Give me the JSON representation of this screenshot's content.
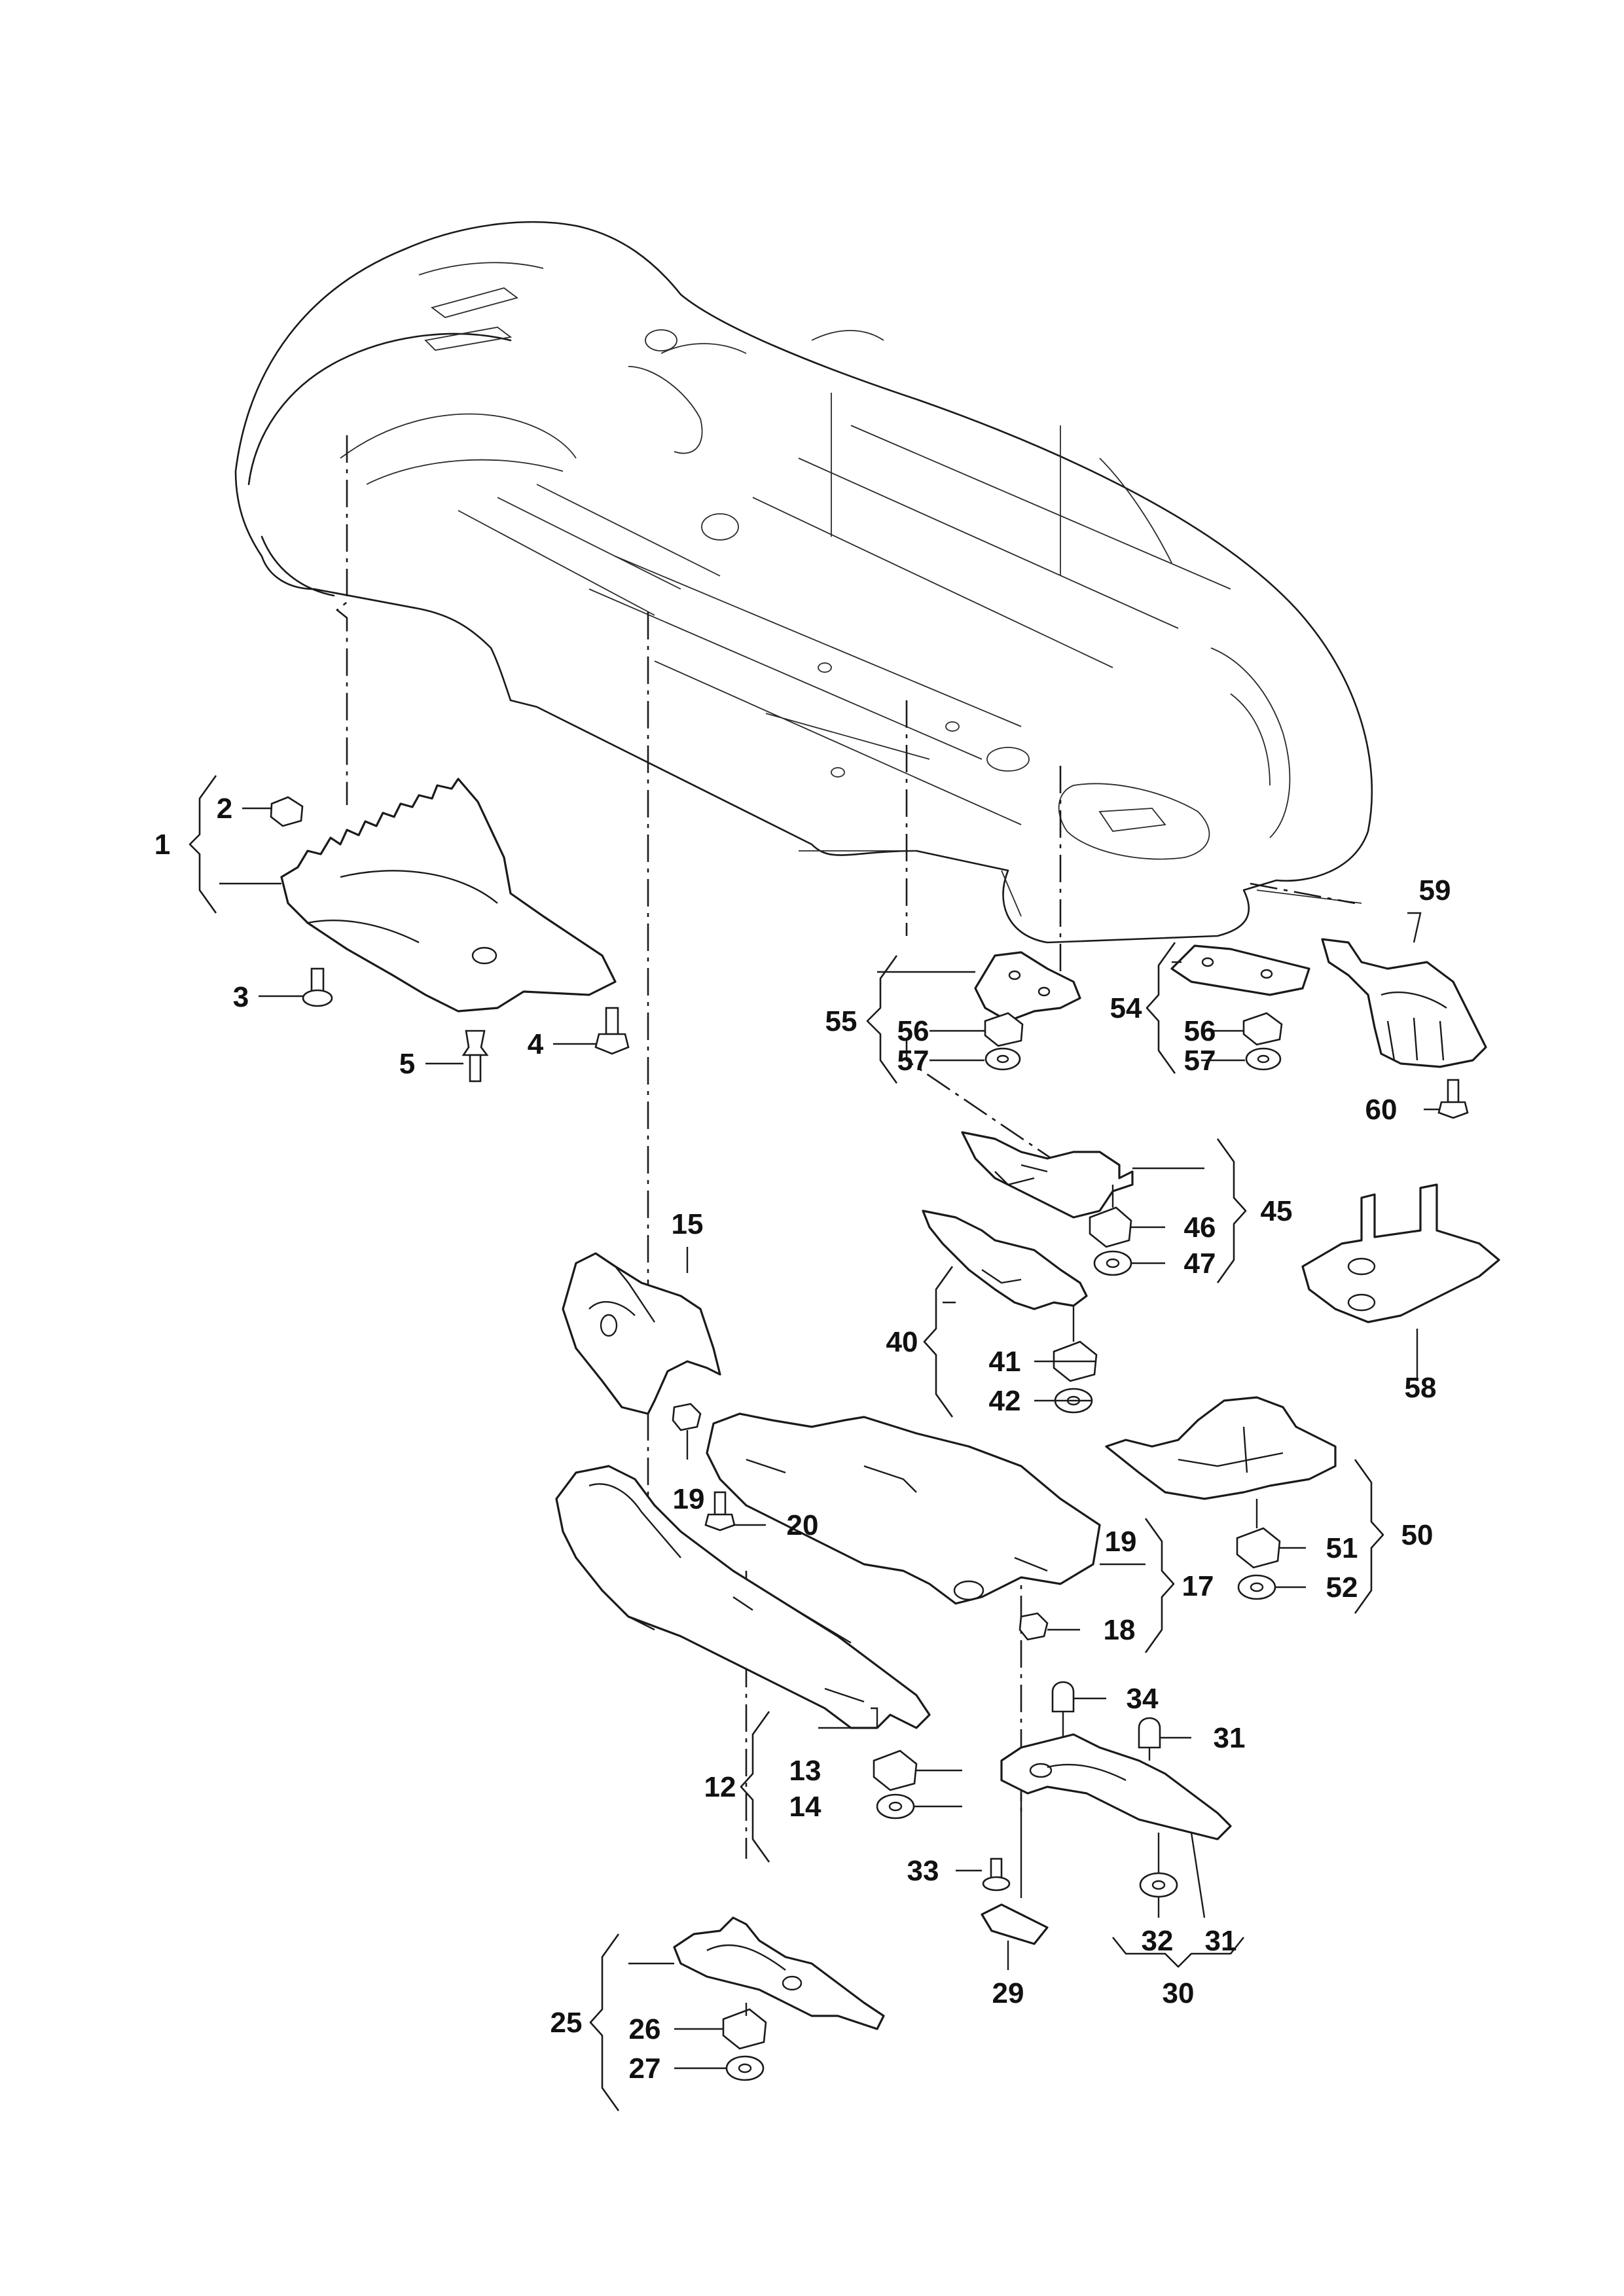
{
  "diagram_title": "",
  "callouts": [
    {
      "id": "c1",
      "text": "1"
    },
    {
      "id": "c2",
      "text": "2"
    },
    {
      "id": "c3",
      "text": "3"
    },
    {
      "id": "c4",
      "text": "4"
    },
    {
      "id": "c5",
      "text": "5"
    },
    {
      "id": "c12",
      "text": "12"
    },
    {
      "id": "c13",
      "text": "13"
    },
    {
      "id": "c14",
      "text": "14"
    },
    {
      "id": "c15",
      "text": "15"
    },
    {
      "id": "c17",
      "text": "17"
    },
    {
      "id": "c18",
      "text": "18"
    },
    {
      "id": "c19a",
      "text": "19"
    },
    {
      "id": "c19b",
      "text": "19"
    },
    {
      "id": "c20",
      "text": "20"
    },
    {
      "id": "c25",
      "text": "25"
    },
    {
      "id": "c26",
      "text": "26"
    },
    {
      "id": "c27",
      "text": "27"
    },
    {
      "id": "c29",
      "text": "29"
    },
    {
      "id": "c30",
      "text": "30"
    },
    {
      "id": "c31a",
      "text": "31"
    },
    {
      "id": "c31b",
      "text": "31"
    },
    {
      "id": "c32",
      "text": "32"
    },
    {
      "id": "c33",
      "text": "33"
    },
    {
      "id": "c34",
      "text": "34"
    },
    {
      "id": "c40",
      "text": "40"
    },
    {
      "id": "c41",
      "text": "41"
    },
    {
      "id": "c42",
      "text": "42"
    },
    {
      "id": "c45",
      "text": "45"
    },
    {
      "id": "c46",
      "text": "46"
    },
    {
      "id": "c47",
      "text": "47"
    },
    {
      "id": "c50",
      "text": "50"
    },
    {
      "id": "c51",
      "text": "51"
    },
    {
      "id": "c52",
      "text": "52"
    },
    {
      "id": "c54",
      "text": "54"
    },
    {
      "id": "c55",
      "text": "55"
    },
    {
      "id": "c56a",
      "text": "56"
    },
    {
      "id": "c56b",
      "text": "56"
    },
    {
      "id": "c57a",
      "text": "57"
    },
    {
      "id": "c57b",
      "text": "57"
    },
    {
      "id": "c58",
      "text": "58"
    },
    {
      "id": "c59",
      "text": "59"
    },
    {
      "id": "c60",
      "text": "60"
    }
  ]
}
